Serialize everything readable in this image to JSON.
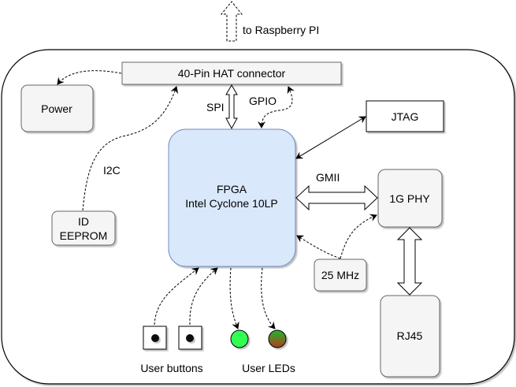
{
  "diagram": {
    "external_label": "to Raspberry PI",
    "blocks": {
      "hat": "40-Pin HAT connector",
      "power": "Power",
      "jtag": "JTAG",
      "fpga_line1": "FPGA",
      "fpga_line2": "Intel Cyclone 10LP",
      "eeprom_line1": "ID",
      "eeprom_line2": "EEPROM",
      "phy": "1G PHY",
      "clock": "25 MHz",
      "rj45": "RJ45"
    },
    "links": {
      "spi": "SPI",
      "gpio": "GPIO",
      "i2c": "I2C",
      "gmii": "GMII"
    },
    "io": {
      "buttons_label": "User buttons",
      "leds_label": "User LEDs"
    },
    "colors": {
      "fpga_fill": "#dae8fc",
      "fpga_stroke": "#6c8ebf",
      "block_fill": "#f5f5f5",
      "block_stroke": "#666666",
      "led_green": "#33ff55",
      "led_dark_top": "#1fa82c",
      "led_dark_bottom": "#b23b1e"
    }
  }
}
